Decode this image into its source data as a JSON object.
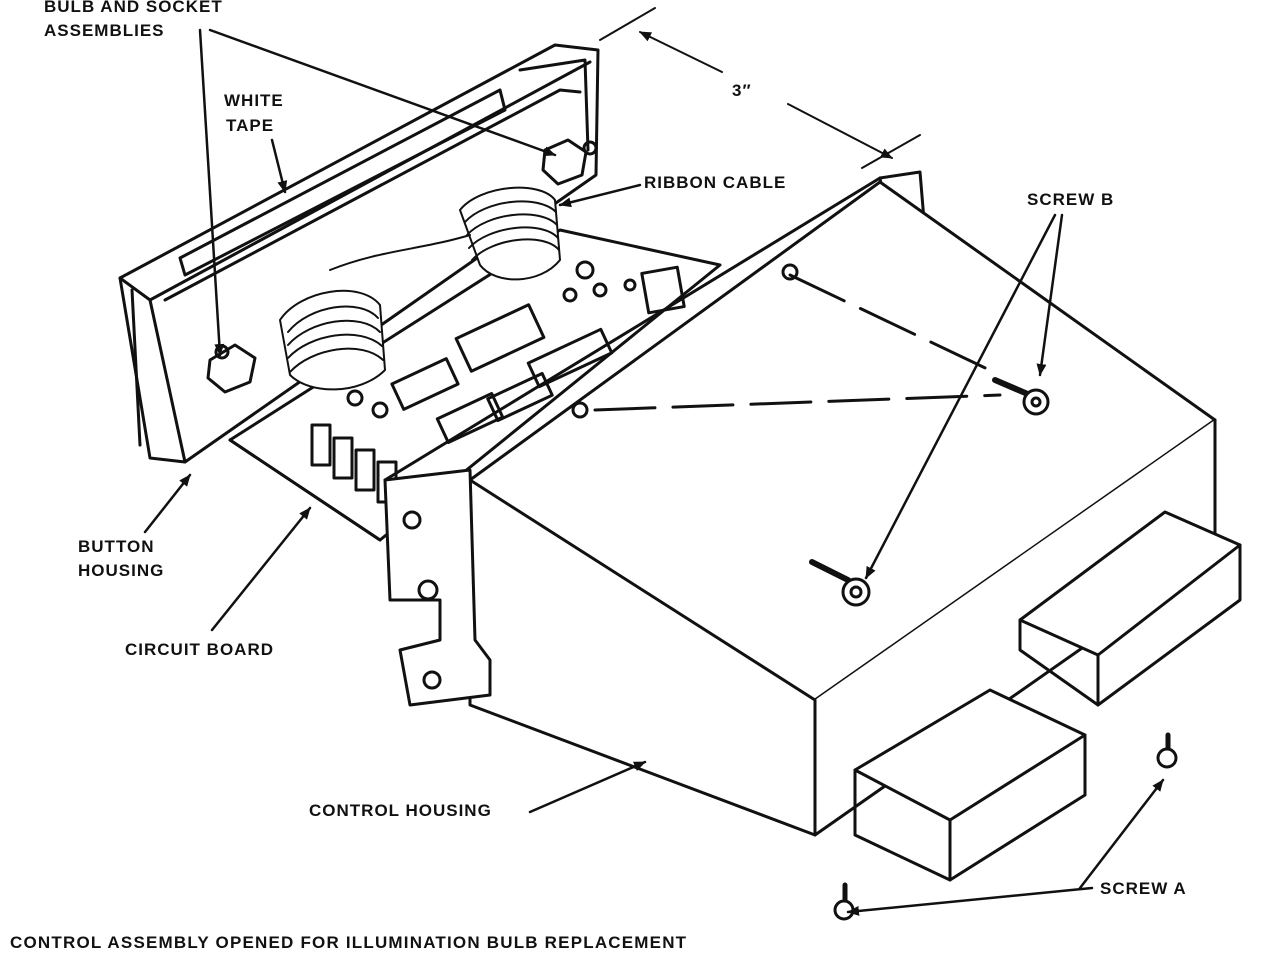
{
  "labels": {
    "bulb_socket_line1": "BULB AND SOCKET",
    "bulb_socket_line2": "ASSEMBLIES",
    "white_tape_line1": "WHITE",
    "white_tape_line2": "TAPE",
    "dimension": "3″",
    "ribbon_cable": "RIBBON CABLE",
    "screw_b": "SCREW B",
    "button_housing_line1": "BUTTON",
    "button_housing_line2": "HOUSING",
    "circuit_board": "CIRCUIT BOARD",
    "control_housing": "CONTROL HOUSING",
    "screw_a": "SCREW A"
  },
  "caption": "CONTROL ASSEMBLY OPENED FOR ILLUMINATION BULB REPLACEMENT",
  "colors": {
    "ink": "#111111",
    "paper": "#ffffff"
  }
}
